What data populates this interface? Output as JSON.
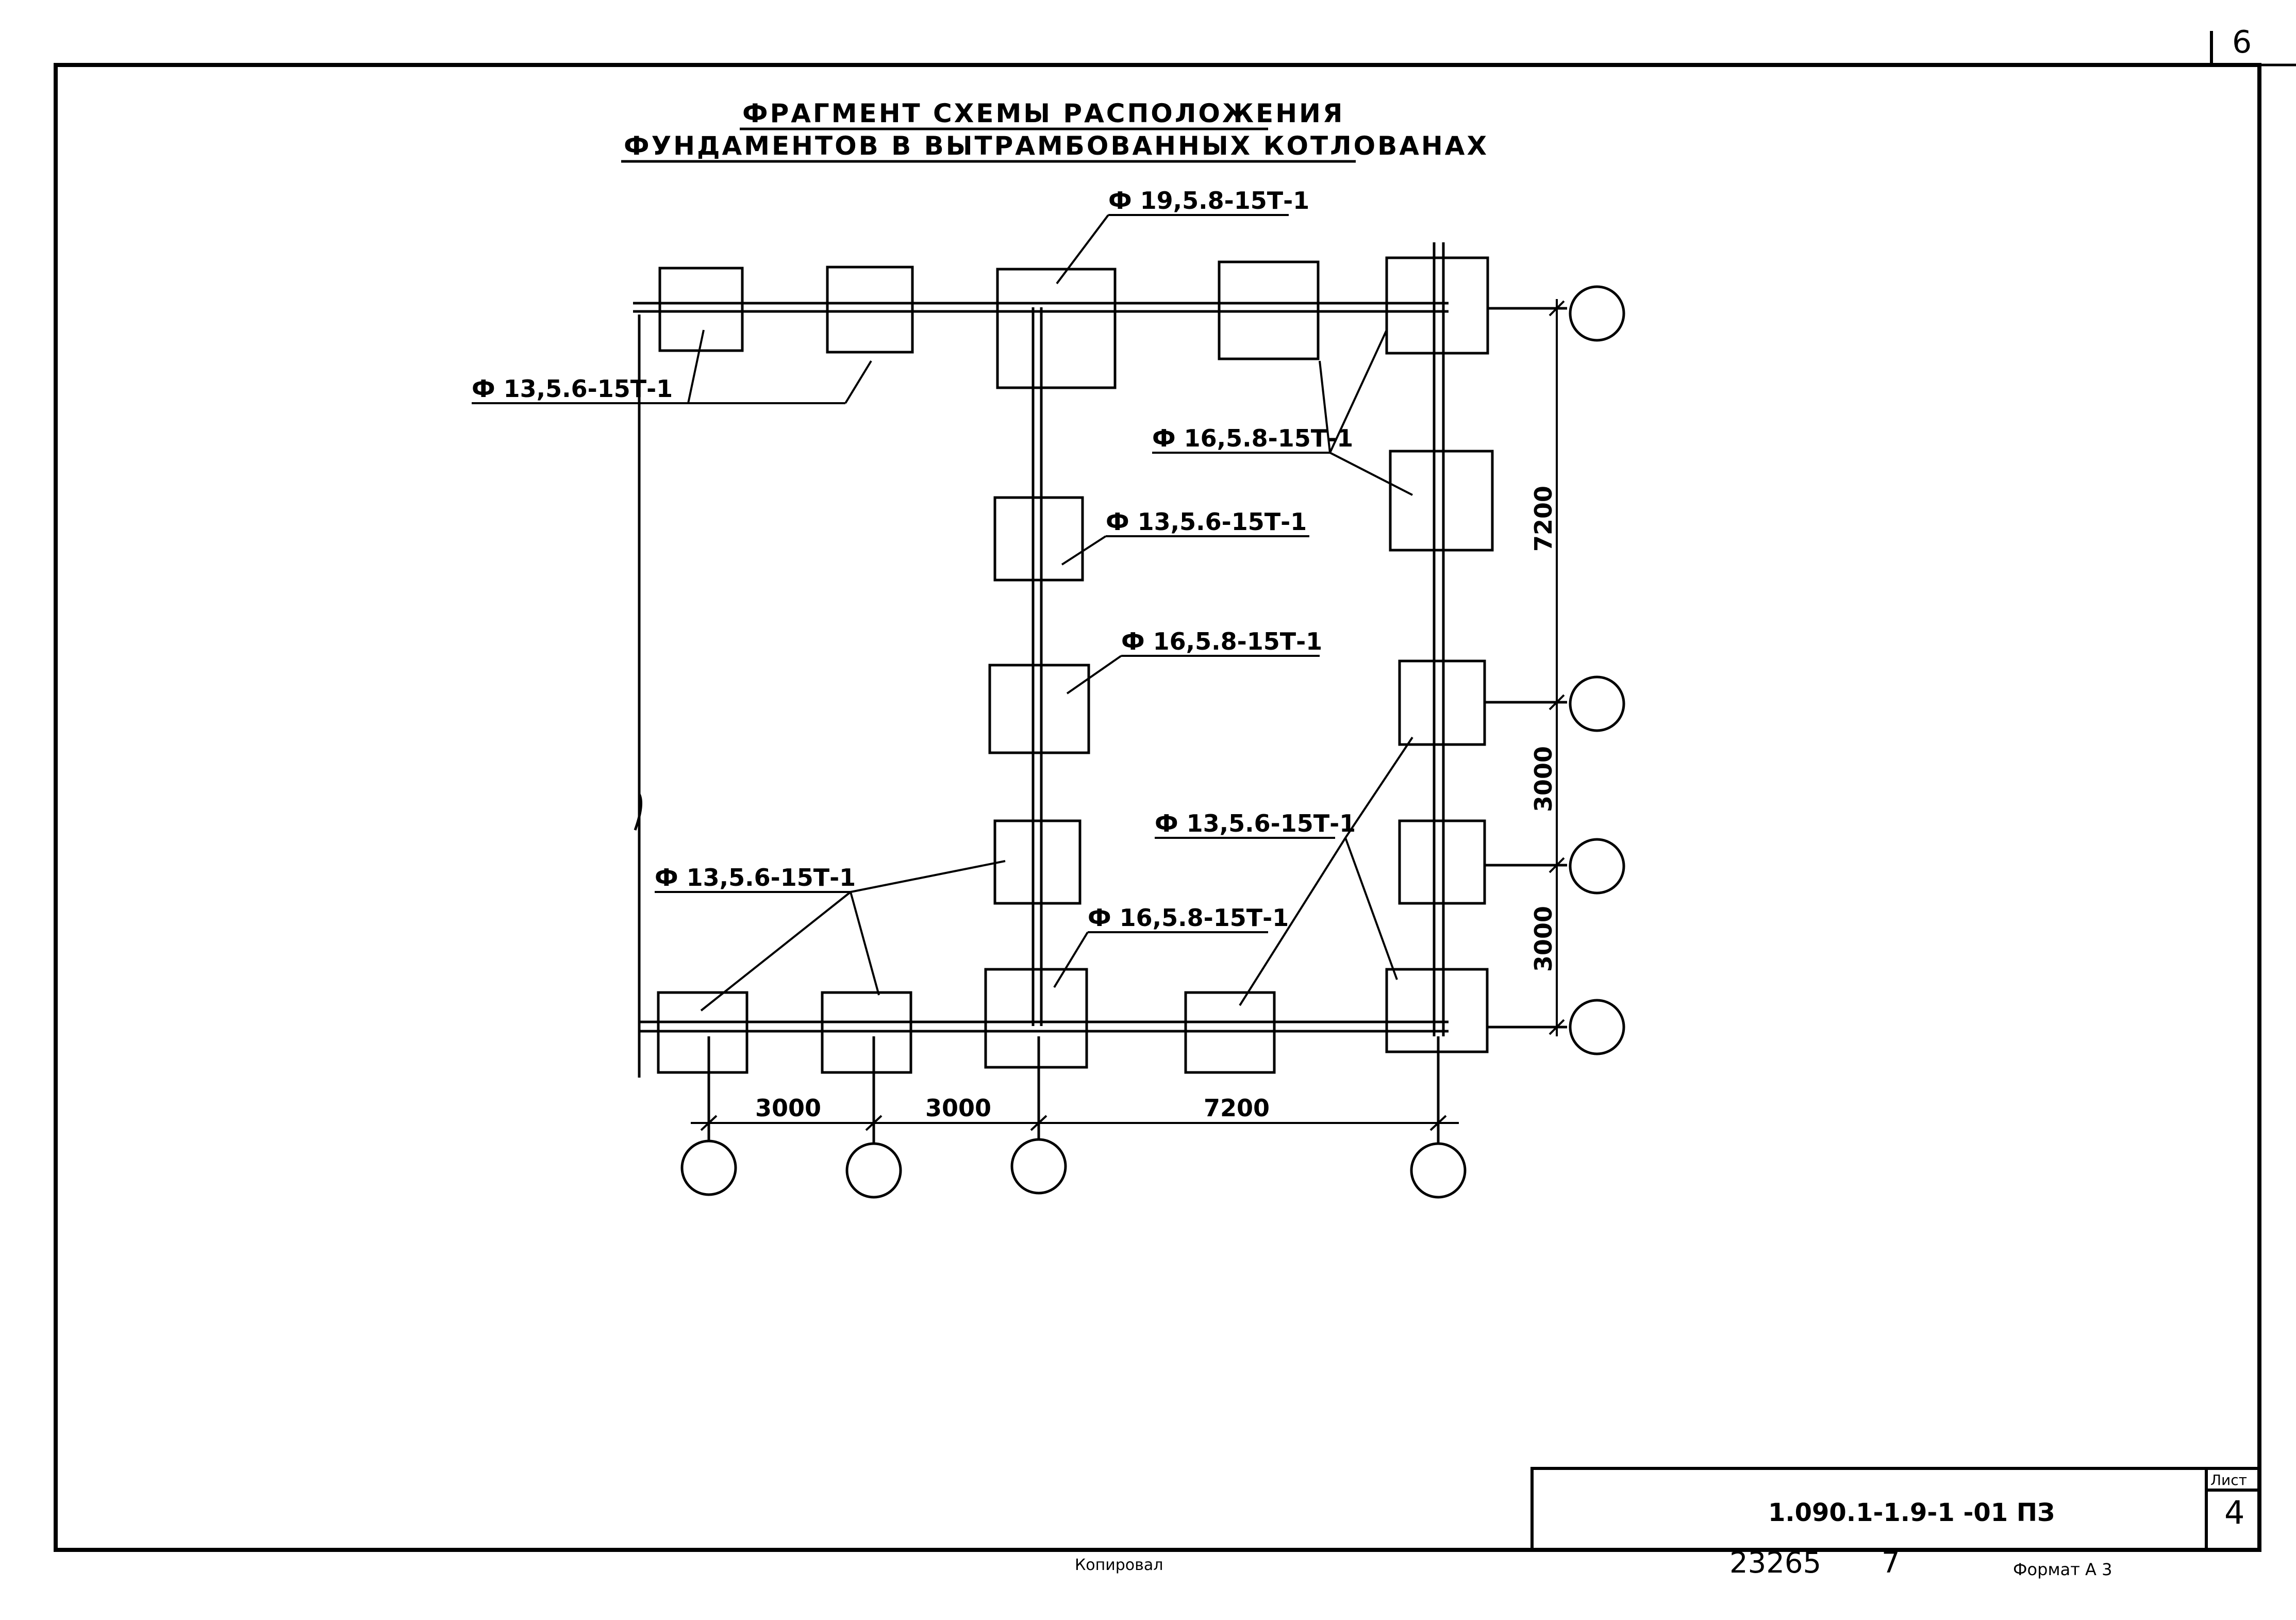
{
  "sheet": {
    "corner_number": "6",
    "title_line1": "ФРАГМЕНТ СХЕМЫ РАСПОЛОЖЕНИЯ",
    "title_line2": "ФУНДАМЕНТОВ В ВЫТРАМБОВАННЫХ КОТЛОВАНАХ",
    "doc_code": "1.090.1-1.9-1 -01 ПЗ",
    "sheet_label": "Лист",
    "sheet_number": "4",
    "copied": "Копировал",
    "inventory": "23265",
    "inventory_num": "7",
    "format": "Формат А 3"
  },
  "callouts": {
    "top_center": "Ф 19,5.8-15Т-1",
    "top_left": "Ф 13,5.6-15Т-1",
    "right_upper": "Ф 16,5.8-15Т-1",
    "mid_upper": "Ф 13,5.6-15Т-1",
    "mid_lower": "Ф 16,5.8-15Т-1",
    "bottom_left": "Ф 13,5.6-15Т-1",
    "bottom_mid": "Ф 16,5.8-15Т-1",
    "bottom_right": "Ф 13,5.6-15Т-1"
  },
  "dimensions": {
    "bottom": [
      "3000",
      "3000",
      "7200"
    ],
    "right": [
      "7200",
      "3000",
      "3000"
    ]
  }
}
